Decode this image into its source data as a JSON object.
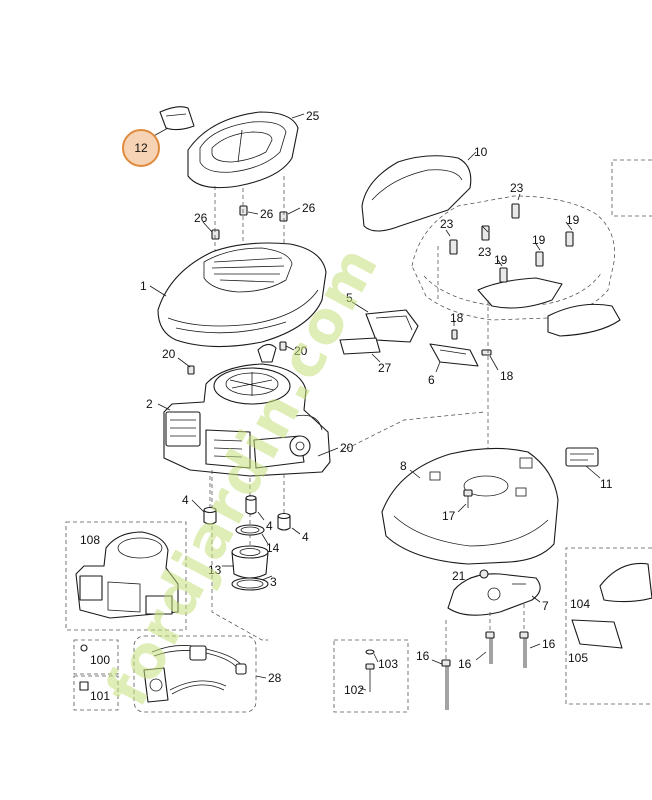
{
  "watermark": {
    "text": "fordjardin.com",
    "color": "#c4df7a"
  },
  "highlight": {
    "label": "12",
    "ring_color": "#e08a3c",
    "fill_color": "#f6d3b4"
  },
  "callouts": {
    "c1": "1",
    "c2": "2",
    "c3": "3",
    "c4a": "4",
    "c4b": "4",
    "c4c": "4",
    "c5": "5",
    "c6": "6",
    "c7": "7",
    "c8": "8",
    "c10": "10",
    "c11": "11",
    "c13": "13",
    "c14": "14",
    "c16a": "16",
    "c16b": "16",
    "c16c": "16",
    "c17": "17",
    "c18a": "18",
    "c18b": "18",
    "c19a": "19",
    "c19b": "19",
    "c19c": "19",
    "c20a": "20",
    "c20b": "20",
    "c20c": "20",
    "c21": "21",
    "c23a": "23",
    "c23b": "23",
    "c23c": "23",
    "c25": "25",
    "c26a": "26",
    "c26b": "26",
    "c26c": "26",
    "c27": "27",
    "c28": "28",
    "c100": "100",
    "c101": "101",
    "c102": "102",
    "c103": "103",
    "c104": "104",
    "c105": "105",
    "c108": "108"
  }
}
